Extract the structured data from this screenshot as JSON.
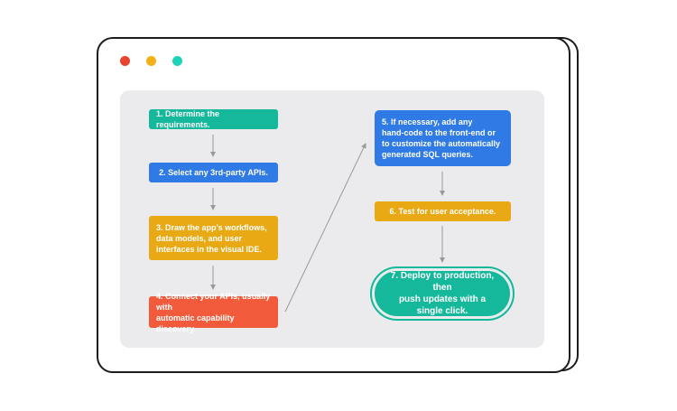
{
  "window": {
    "controls": [
      {
        "name": "close-dot",
        "color": "#e8442f"
      },
      {
        "name": "minimize-dot",
        "color": "#f3b118"
      },
      {
        "name": "maximize-dot",
        "color": "#1ed3b8"
      }
    ]
  },
  "colors": {
    "green": "#15b89a",
    "blue": "#2f7ae5",
    "yellow": "#e9a914",
    "orange": "#f15b3c",
    "arrow": "#9a9a9a"
  },
  "steps": [
    {
      "label": "1. Determine the requirements."
    },
    {
      "label": "2. Select any 3rd-party APIs."
    },
    {
      "label": "3. Draw the app's workflows,\ndata models, and user\ninterfaces in the visual IDE."
    },
    {
      "label": "4. Connect your APIs, usually with\nautomatic capability discovery."
    },
    {
      "label": "5. If necessary, add any\nhand-code to the front-end or\nto customize the automatically\ngenerated SQL queries."
    },
    {
      "label": "6. Test for user acceptance."
    },
    {
      "label": "7. Deploy to production, then\npush updates with a single click."
    }
  ]
}
